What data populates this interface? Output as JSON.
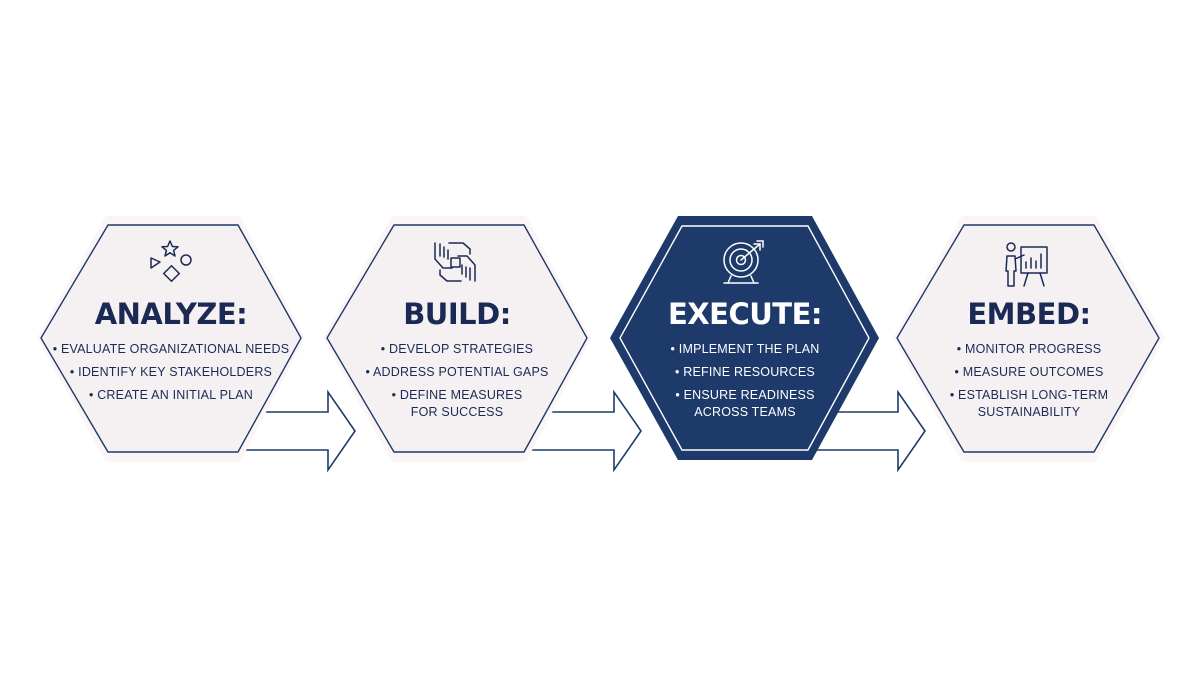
{
  "colors": {
    "navy": "#1d3a6b",
    "ink": "#1b2a55",
    "hex_fill": "#f5f1f2",
    "hex_halo": "#fbf5f6",
    "white": "#ffffff"
  },
  "steps": [
    {
      "title": "ANALYZE:",
      "icon": "shapes-icon",
      "bullets": [
        "• EVALUATE ORGANIZATIONAL NEEDS",
        "• IDENTIFY KEY STAKEHOLDERS",
        "• CREATE AN INITIAL PLAN"
      ]
    },
    {
      "title": "BUILD:",
      "icon": "joined-hands-icon",
      "bullets": [
        "• DEVELOP STRATEGIES",
        "• ADDRESS POTENTIAL GAPS",
        "• DEFINE MEASURES\nFOR SUCCESS"
      ]
    },
    {
      "title": "EXECUTE:",
      "icon": "target-icon",
      "bullets": [
        "• IMPLEMENT THE PLAN",
        "• REFINE RESOURCES",
        "• ENSURE READINESS\nACROSS TEAMS"
      ]
    },
    {
      "title": "EMBED:",
      "icon": "presentation-icon",
      "bullets": [
        "• MONITOR PROGRESS",
        "• MEASURE OUTCOMES",
        "• ESTABLISH LONG-TERM\nSUSTAINABILITY"
      ]
    }
  ]
}
